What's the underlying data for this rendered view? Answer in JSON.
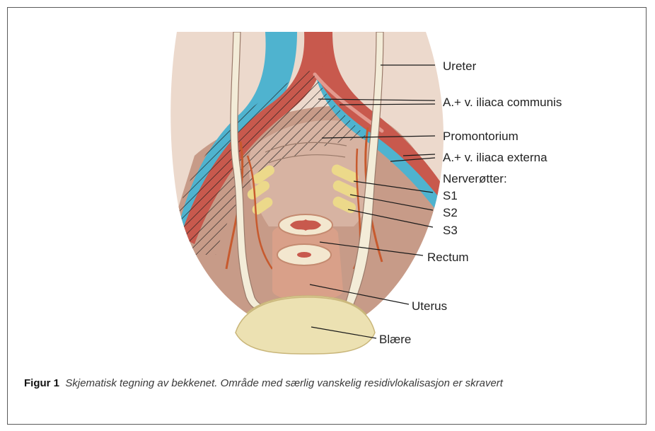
{
  "figure": {
    "caption_label": "Figur 1",
    "caption_text": "Skjematisk tegning av bekkenet. Område med særlig vanskelig residivlokalisasjon er skravert"
  },
  "labels": {
    "ureter": "Ureter",
    "iliaca_communis": "A.+ v. iliaca communis",
    "promontorium": "Promontorium",
    "iliaca_externa": "A.+ v. iliaca externa",
    "nerverotter": "Nerverøtter:",
    "s1": "S1",
    "s2": "S2",
    "s3": "S3",
    "rectum": "Rectum",
    "uterus": "Uterus",
    "blaere": "Blære"
  },
  "colors": {
    "pelvis_outer": "#ecd9cc",
    "pelvis_inner": "#c79b88",
    "artery": "#c8594d",
    "vein": "#4fb3cf",
    "ureter_fill": "#f3ecd8",
    "nerve": "#ecd98a",
    "bladder": "#ece1b2",
    "uterus": "#d9a089",
    "vessel_small": "#c75a2e"
  }
}
